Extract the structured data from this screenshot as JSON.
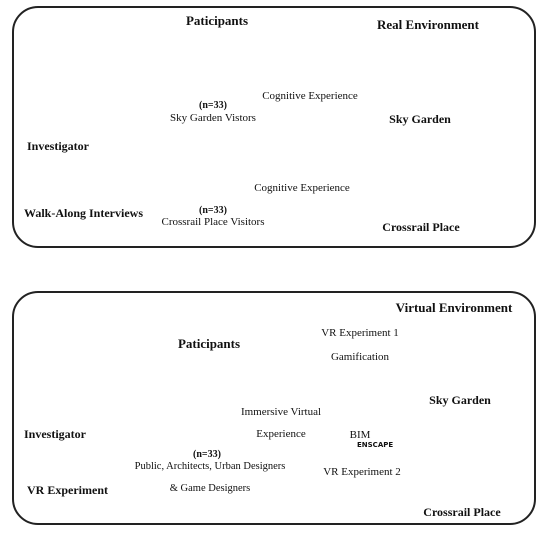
{
  "study1": {
    "participants_title": "Paticipants",
    "environment_title": "Real Environment",
    "investigator": "Investigator",
    "method": "Walk-Along Interviews",
    "group1": {
      "count": "(n=33)",
      "name": "Sky Garden Vistors"
    },
    "group2": {
      "count": "(n=33)",
      "name": "Crossrail Place Visitors"
    },
    "experience1": "Cognitive Experience",
    "experience2": "Cognitive Experience",
    "place1": "Sky Garden",
    "place2": "Crossrail Place"
  },
  "study2": {
    "participants_title": "Paticipants",
    "environment_title": "Virtual Environment",
    "investigator": "Investigator",
    "method": "VR Experiment",
    "group": {
      "count": "(n=33)",
      "line1": "Public, Architects, Urban Designers",
      "line2": "& Game Designers"
    },
    "experience_line1": "Immersive Virtual",
    "experience_line2": "Experience",
    "vr1": "VR Experiment 1",
    "vr1_tool": "Gamification",
    "vr2": "VR Experiment 2",
    "vr2_tool": "BIM",
    "enscape_logo": "ENSCAPE",
    "place1": "Sky Garden",
    "place2": "Crossrail Place"
  },
  "colors": {
    "ink": "#111111",
    "frame": "#222222",
    "background": "#ffffff"
  },
  "icons": [
    "person-icon",
    "crowd-icon",
    "walking-people-icon",
    "vr-headset-icon",
    "laptop-user-icon",
    "unreal-logo",
    "revit-logo",
    "enscape-logo"
  ]
}
